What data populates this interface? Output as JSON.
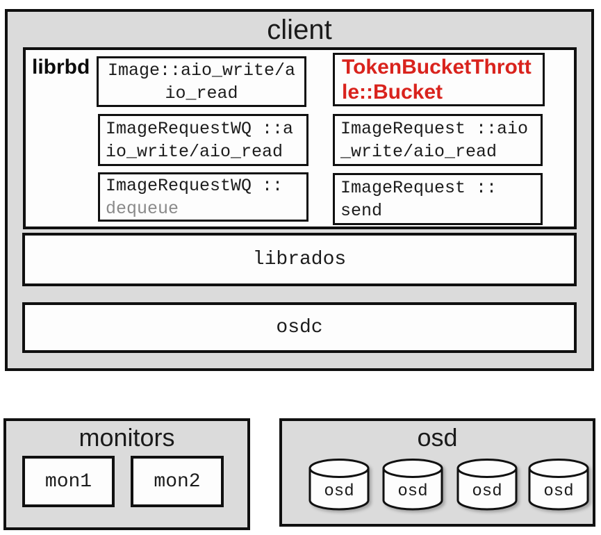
{
  "colors": {
    "panel_bg": "#dbdbdb",
    "border": "#101010",
    "red_text": "#d9231d",
    "gray_text": "#8a8a8a",
    "box_bg": "#fdfdfd"
  },
  "client": {
    "title": "client",
    "librbd": {
      "label": "librbd",
      "boxes": {
        "image_aio": "Image::aio_write/a\nio_read",
        "token_bucket": "TokenBucketThrott\nle::Bucket",
        "image_request_wq_aio": "ImageRequestWQ ::a\nio_write/aio_read",
        "image_request_aio": "ImageRequest ::aio\n_write/aio_read",
        "image_request_wq_dequeue": {
          "line1": "ImageRequestWQ ::",
          "line2": "dequeue"
        },
        "image_request_send": {
          "line1": "ImageRequest ::",
          "line2": "send"
        }
      }
    },
    "librados_label": "librados",
    "osdc_label": "osdc"
  },
  "monitors": {
    "title": "monitors",
    "nodes": [
      "mon1",
      "mon2"
    ]
  },
  "osd": {
    "title": "osd",
    "nodes": [
      "osd",
      "osd",
      "osd",
      "osd"
    ]
  }
}
